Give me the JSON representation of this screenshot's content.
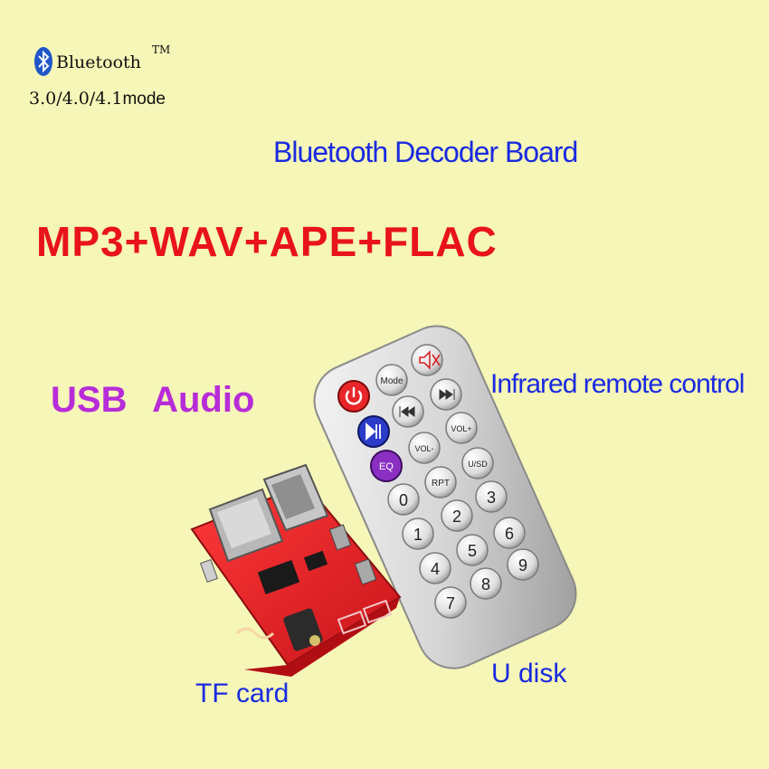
{
  "header": {
    "brand_word": "Bluetooth",
    "trademark": "TM",
    "versions": "3.0/4.0/4.1",
    "versions_suffix": "mode",
    "logo_icon": "bluetooth-icon"
  },
  "title": "Bluetooth Decoder Board",
  "formats": "MP3+WAV+APE+FLAC",
  "feature_usb_audio": "USB Audio",
  "callouts": {
    "remote": "Infrared remote control",
    "tf_card": "TF card",
    "u_disk": "U disk"
  },
  "remote_buttons": {
    "mode": "Mode",
    "vol_minus": "VOL-",
    "vol_plus": "VOL+",
    "eq": "EQ",
    "rpt": "RPT",
    "usd": "U/SD",
    "digits": [
      "0",
      "1",
      "2",
      "3",
      "4",
      "5",
      "6",
      "7",
      "8",
      "9"
    ]
  },
  "colors": {
    "background": "#f5f6b7",
    "title_blue": "#1a2ae0",
    "format_red": "#e8141a",
    "usb_purple": "#b72cd8",
    "board_red": "#e8262a"
  }
}
